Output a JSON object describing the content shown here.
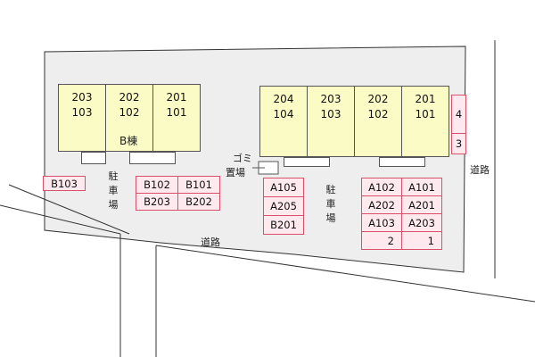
{
  "building_b": {
    "units": [
      {
        "upper": "203",
        "lower": "103"
      },
      {
        "upper": "202",
        "lower": "102"
      },
      {
        "upper": "201",
        "lower": "101"
      }
    ],
    "name": "B棟"
  },
  "building_a": {
    "units": [
      {
        "upper": "204",
        "lower": "104"
      },
      {
        "upper": "203",
        "lower": "103"
      },
      {
        "upper": "202",
        "lower": "102"
      },
      {
        "upper": "201",
        "lower": "101"
      }
    ]
  },
  "side_spaces": [
    "4",
    "3"
  ],
  "parking_b": {
    "single": "B103",
    "grid": [
      "B102",
      "B101",
      "B203",
      "B202"
    ]
  },
  "parking_mid": [
    "A105",
    "A205",
    "B201"
  ],
  "parking_a": [
    "A102",
    "A101",
    "A202",
    "A201",
    "A103",
    "A203",
    "2",
    "1"
  ],
  "labels": {
    "parking_left": [
      "駐",
      "車",
      "場"
    ],
    "parking_right": [
      "駐",
      "車",
      "場"
    ],
    "garbage": [
      "ゴミ",
      "置場"
    ],
    "road_bottom": "道路",
    "road_right": "道路"
  }
}
